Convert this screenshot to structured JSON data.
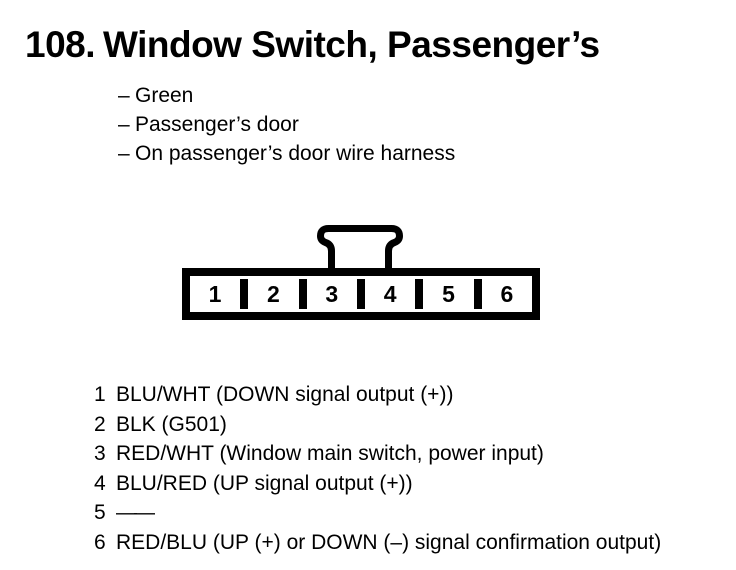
{
  "page": {
    "item_number": "108.",
    "title": "Window Switch, Passenger’s",
    "bullet_dash": "–",
    "bullets": [
      "Green",
      "Passenger’s door",
      "On passenger’s door wire harness"
    ],
    "connector": {
      "pins": [
        "1",
        "2",
        "3",
        "4",
        "5",
        "6"
      ]
    },
    "pin_descriptions": [
      {
        "pin": "1",
        "desc": "BLU/WHT (DOWN signal output (+))"
      },
      {
        "pin": "2",
        "desc": "BLK (G501)"
      },
      {
        "pin": "3",
        "desc": "RED/WHT (Window main switch, power input)"
      },
      {
        "pin": "4",
        "desc": "BLU/RED (UP signal output (+))"
      },
      {
        "pin": "5",
        "desc": "——"
      },
      {
        "pin": "6",
        "desc": "RED/BLU (UP (+) or DOWN (–) signal confirmation output)"
      }
    ],
    "colors": {
      "ink": "#000000",
      "paper": "#ffffff"
    }
  }
}
